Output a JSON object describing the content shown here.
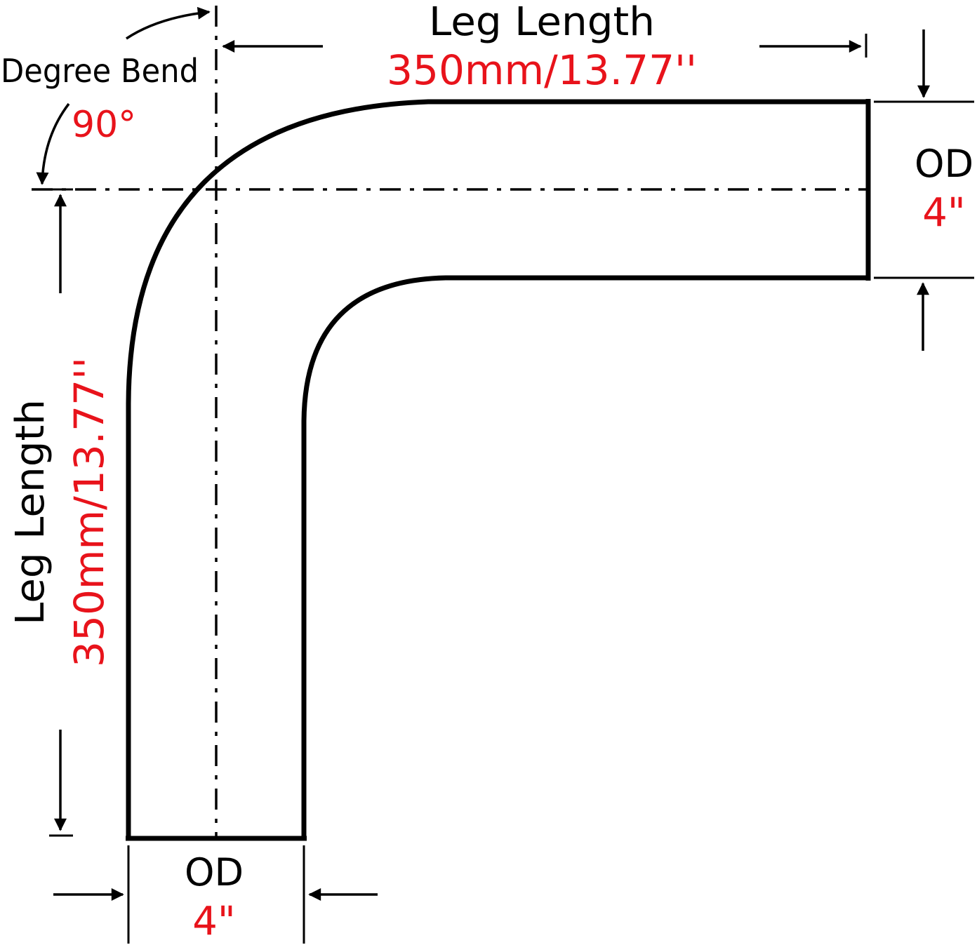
{
  "colors": {
    "line": "#000000",
    "value_text": "#e8131b",
    "background": "#ffffff"
  },
  "bend": {
    "label": "Degree Bend",
    "value": "90°"
  },
  "top_leg": {
    "label": "Leg Length",
    "value": "350mm/13.77''"
  },
  "side_leg": {
    "label": "Leg Length",
    "value": "350mm/13.77''"
  },
  "od_right": {
    "label": "OD",
    "value": "4\""
  },
  "od_bottom": {
    "label": "OD",
    "value": "4\""
  }
}
